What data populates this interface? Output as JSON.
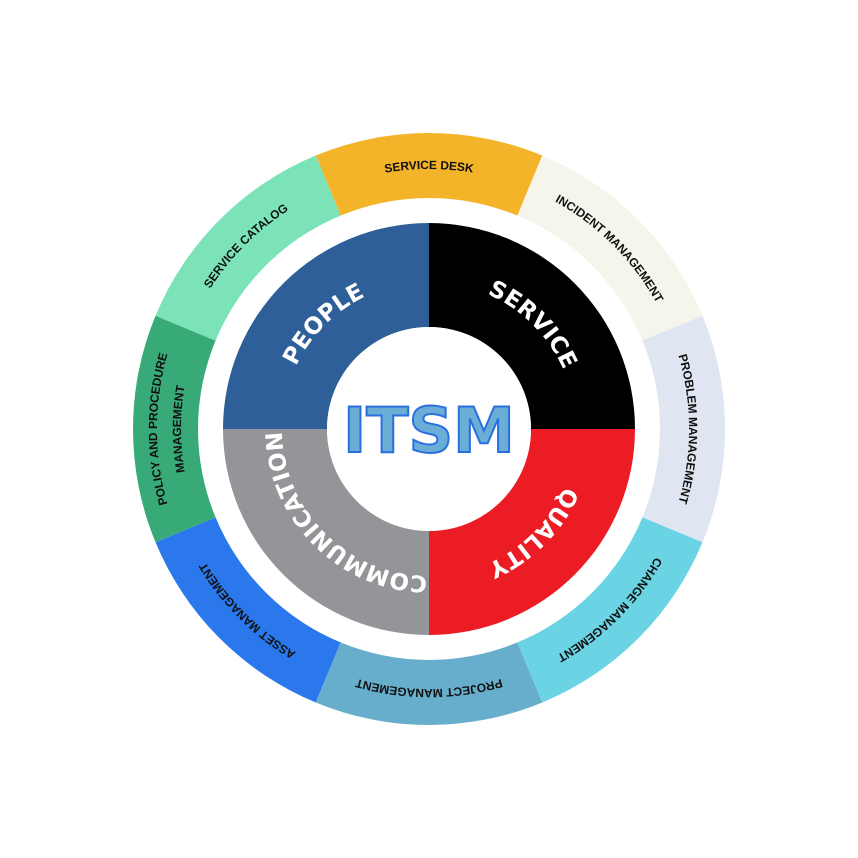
{
  "center": {
    "title": "ITSM",
    "fill": "#6aaed6",
    "outline": "#2a6fe0"
  },
  "inner_ring": [
    {
      "label": "PEOPLE",
      "color": "#2e5f98"
    },
    {
      "label": "SERVICE",
      "color": "#000000"
    },
    {
      "label": "QUALITY",
      "color": "#ec1c24"
    },
    {
      "label": "COMMUNICATION",
      "color": "#939598"
    }
  ],
  "outer_ring": [
    {
      "lines": [
        "SERVICE DESK"
      ],
      "color": "#f3b429"
    },
    {
      "lines": [
        "INCIDENT MANAGEMENT"
      ],
      "color": "#f5f5ec"
    },
    {
      "lines": [
        "PROBLEM MANAGEMENT"
      ],
      "color": "#dfe6f2"
    },
    {
      "lines": [
        "CHANGE MANAGEMENT"
      ],
      "color": "#6bd4e4"
    },
    {
      "lines": [
        "PROJECT MANAGEMENT"
      ],
      "color": "#67aecc"
    },
    {
      "lines": [
        "ASSET MANAGEMENT"
      ],
      "color": "#2a78ec"
    },
    {
      "lines": [
        "POLICY AND PROCEDURE",
        "MANAGEMENT"
      ],
      "color": "#37aa78"
    },
    {
      "lines": [
        "SERVICE CATALOG"
      ],
      "color": "#7ce3b8"
    }
  ]
}
